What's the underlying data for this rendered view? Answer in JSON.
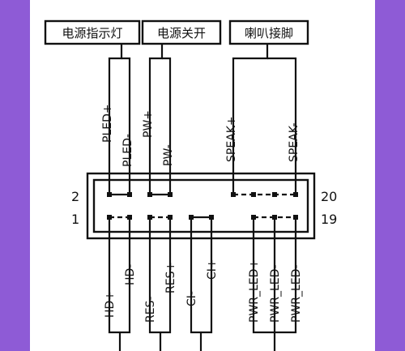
{
  "connectors": {
    "power_led": {
      "group_label": "电源指示灯",
      "pin_top": "PLED+",
      "pin_bottom": "PLED-"
    },
    "power_switch": {
      "group_label": "电源关开",
      "pin_top": "PW+",
      "pin_bottom": "PW-"
    },
    "speaker": {
      "group_label": "喇叭接脚",
      "pin_left": "SPEAK+",
      "pin_right": "SPEAK-"
    }
  },
  "pin_numbers": {
    "top_left": "2",
    "bottom_left": "1",
    "top_right": "20",
    "bottom_right": "19"
  },
  "bottom_pins": {
    "hd_plus": "HD+",
    "hd_minus": "HD-",
    "res_minus": "RES-",
    "res_plus": "RES+",
    "ci_minus": "CI-",
    "ci_plus": "CI+",
    "pwr_led_plus": "PWR_LED+",
    "pwr_led_minus_1": "PWR_LED-",
    "pwr_led_minus_2": "PWR_LED-"
  },
  "colors": {
    "background": "#8e5bd6",
    "diagram": "#111111",
    "paper": "#ffffff"
  }
}
